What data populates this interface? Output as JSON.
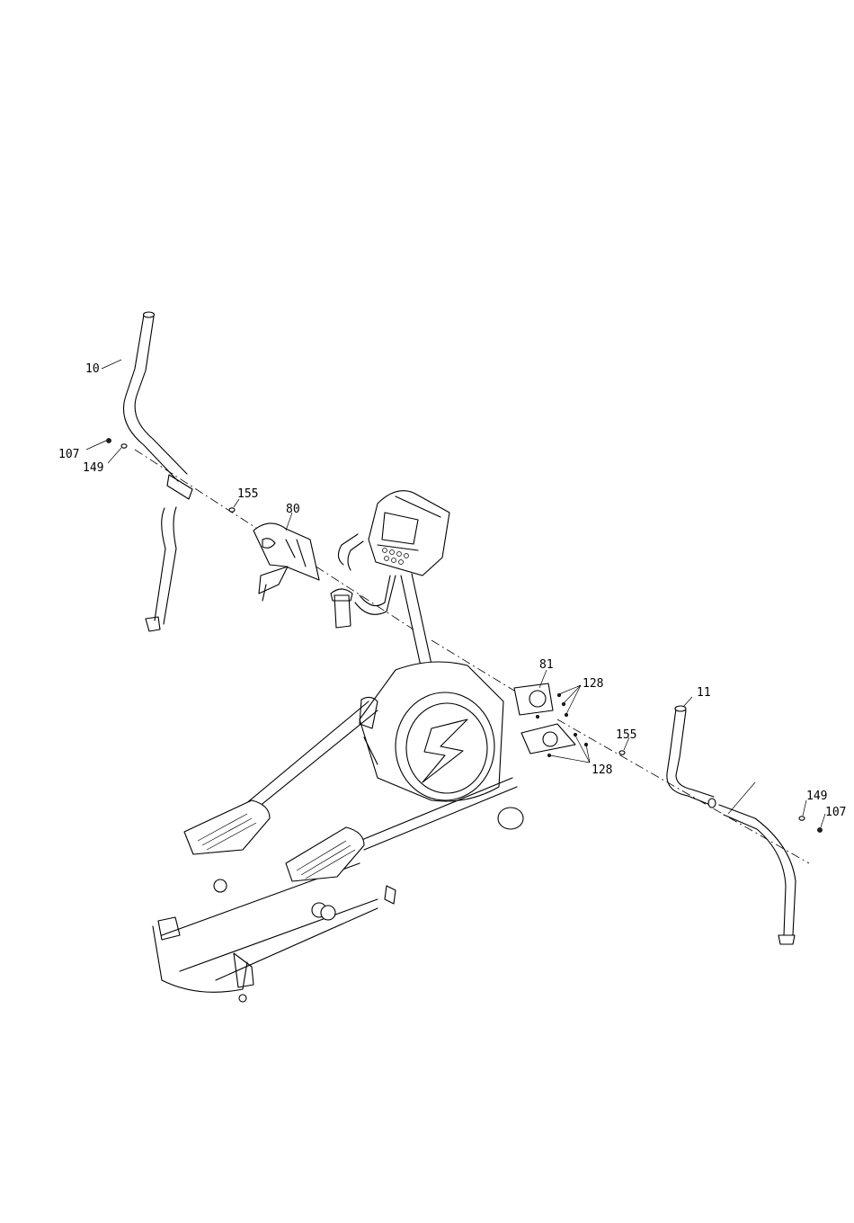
{
  "callouts": {
    "c10": "10",
    "c107_left": "107",
    "c149_left": "149",
    "c155_left": "155",
    "c80": "80",
    "c81": "81",
    "c128_top": "128",
    "c11": "11",
    "c155_right": "155",
    "c128_bottom": "128",
    "c149_right": "149",
    "c107_right": "107"
  }
}
